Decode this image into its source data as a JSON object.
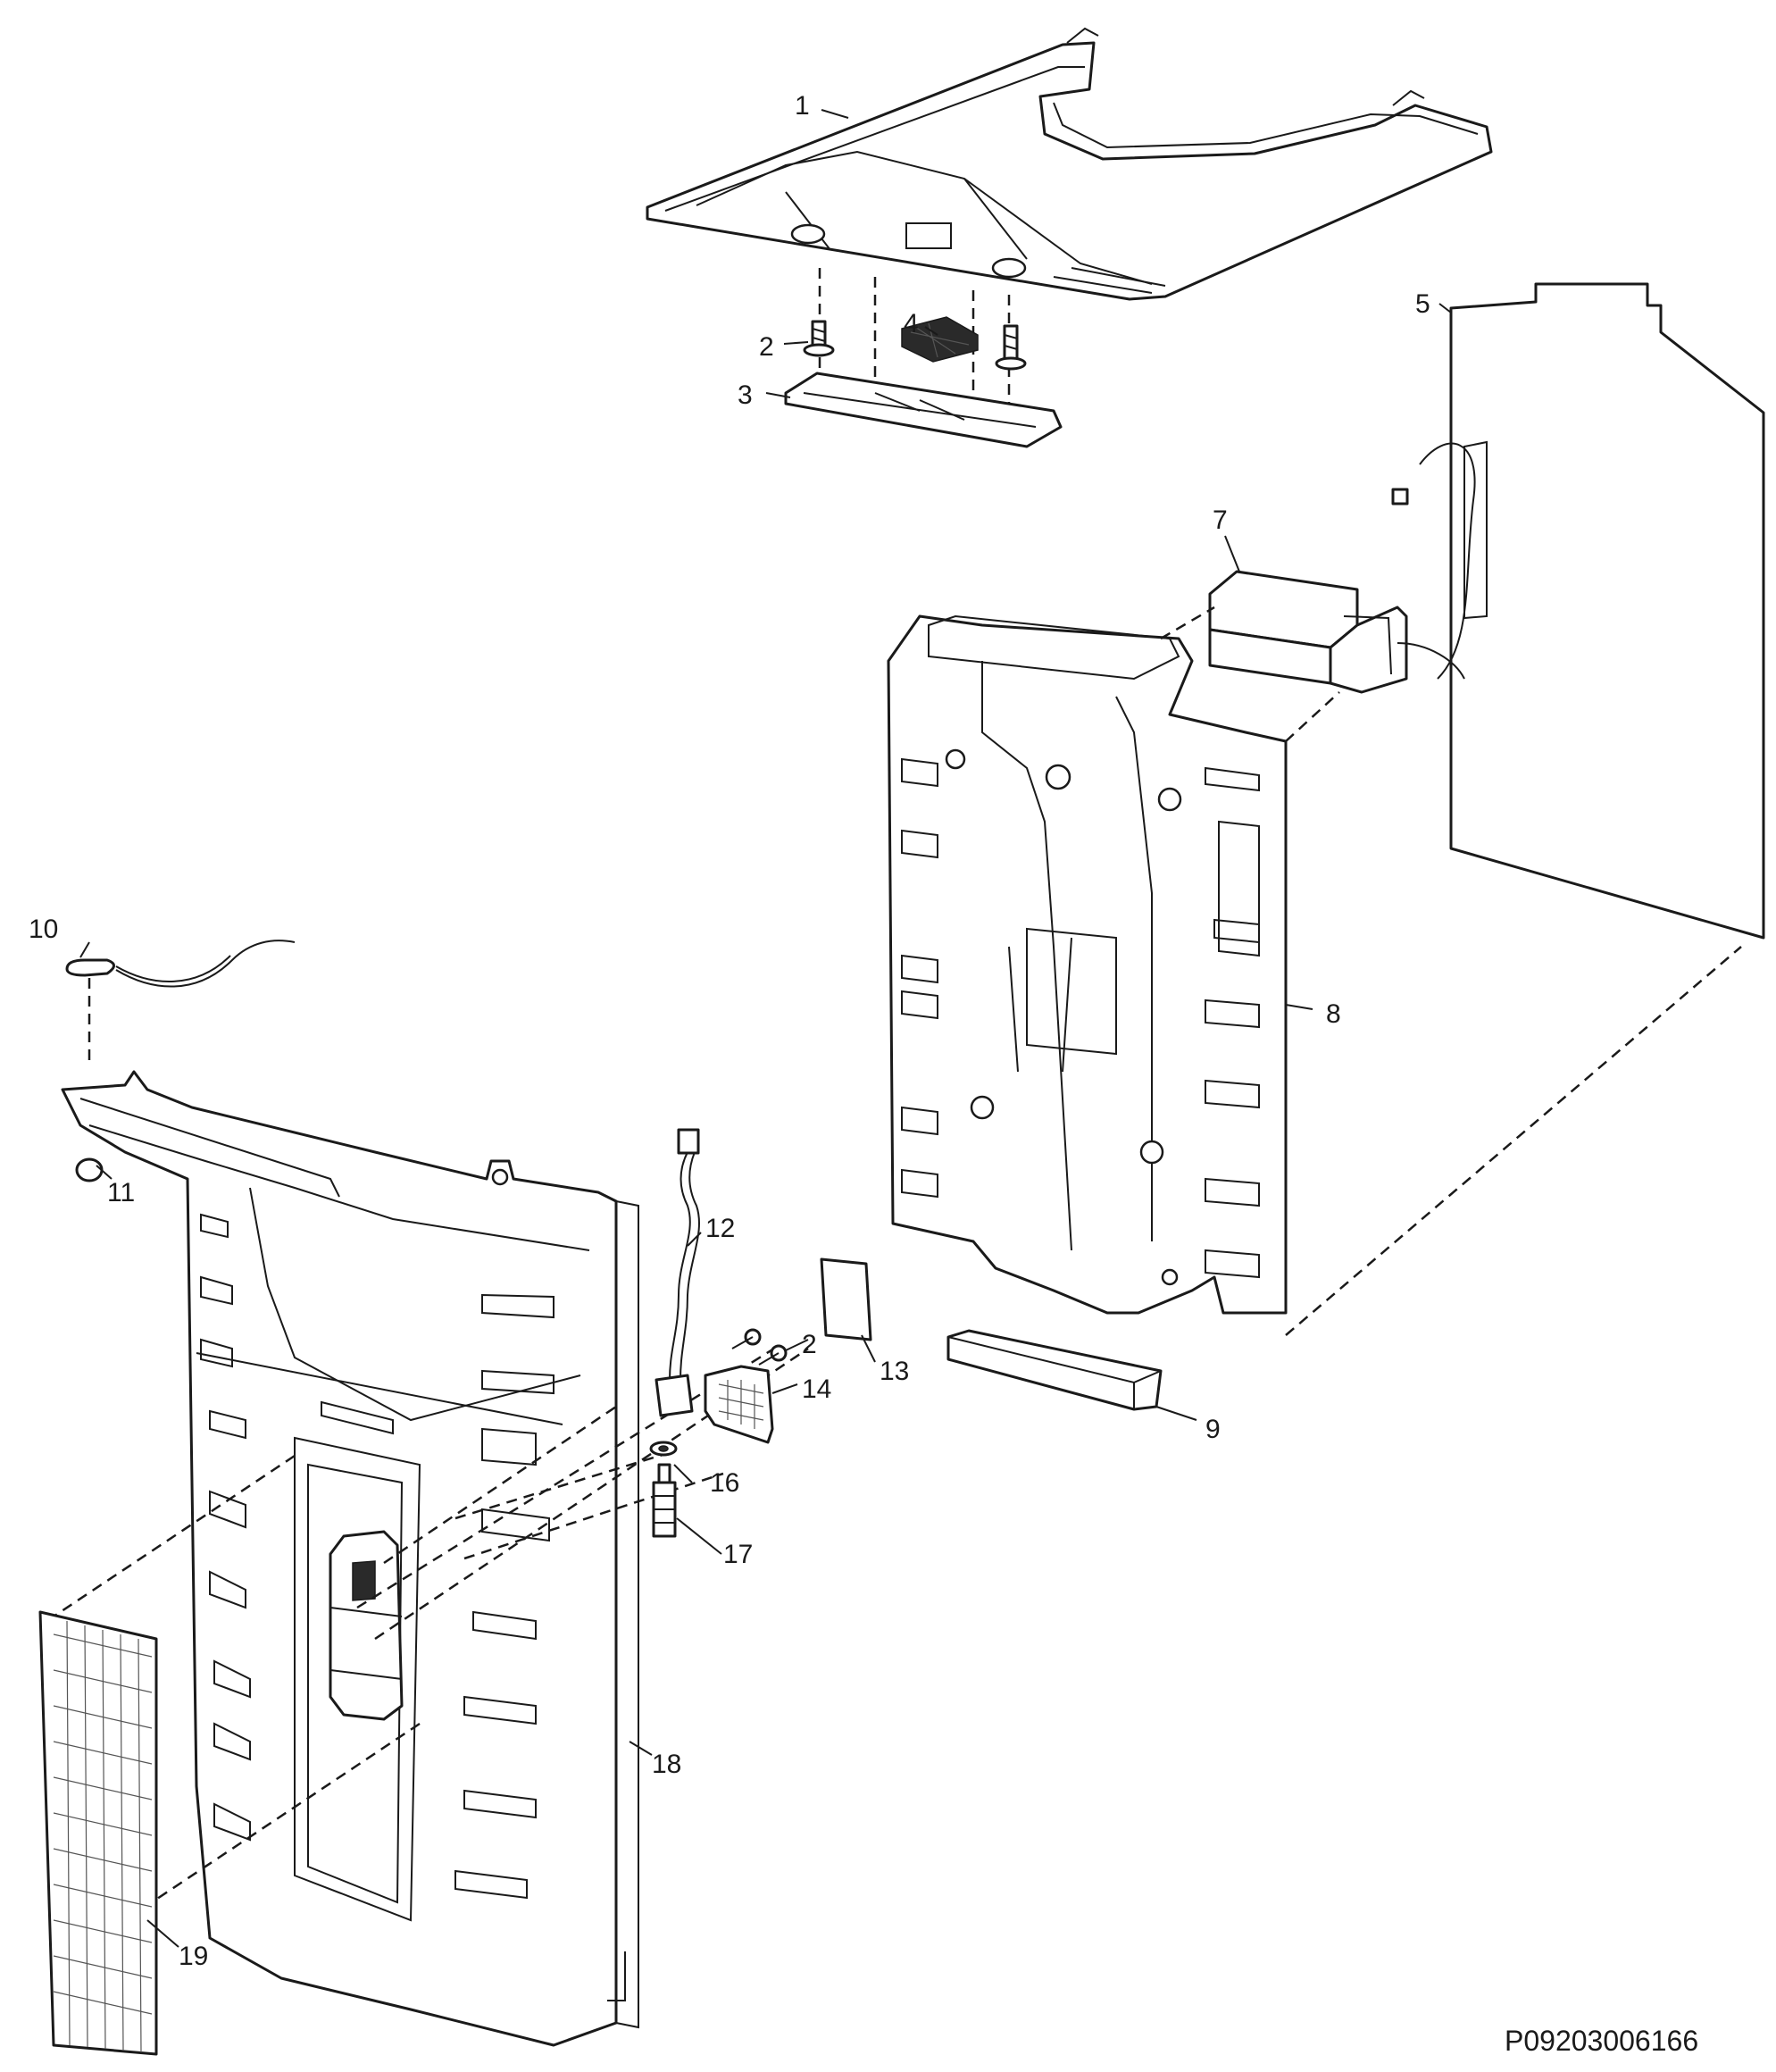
{
  "diagram": {
    "callouts": [
      {
        "id": "c1",
        "label": "1"
      },
      {
        "id": "c2a",
        "label": "2"
      },
      {
        "id": "c3",
        "label": "3"
      },
      {
        "id": "c4",
        "label": "4"
      },
      {
        "id": "c5",
        "label": "5"
      },
      {
        "id": "c7",
        "label": "7"
      },
      {
        "id": "c8",
        "label": "8"
      },
      {
        "id": "c9",
        "label": "9"
      },
      {
        "id": "c10",
        "label": "10"
      },
      {
        "id": "c11",
        "label": "11"
      },
      {
        "id": "c12",
        "label": "12"
      },
      {
        "id": "c2b",
        "label": "2"
      },
      {
        "id": "c13",
        "label": "13"
      },
      {
        "id": "c14",
        "label": "14"
      },
      {
        "id": "c16",
        "label": "16"
      },
      {
        "id": "c17",
        "label": "17"
      },
      {
        "id": "c18",
        "label": "18"
      },
      {
        "id": "c19",
        "label": "19"
      }
    ],
    "reference_code": "P09203006166",
    "colors": {
      "line": "#1a1a1a",
      "background": "#ffffff"
    }
  }
}
